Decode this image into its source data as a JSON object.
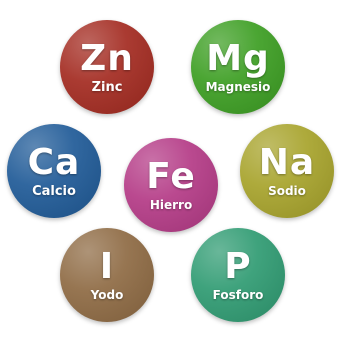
{
  "elements": [
    {
      "symbol": "Zn",
      "name": "Zinc",
      "color": "#a32a20"
    },
    {
      "symbol": "Mg",
      "name": "Magnesio",
      "color": "#3c9e22"
    },
    {
      "symbol": "Ca",
      "name": "Calcio",
      "color": "#1f5a97"
    },
    {
      "symbol": "Fe",
      "name": "Hierro",
      "color": "#b43a86"
    },
    {
      "symbol": "Na",
      "name": "Sodio",
      "color": "#a7a32b"
    },
    {
      "symbol": "I",
      "name": "Yodo",
      "color": "#8e6a43"
    },
    {
      "symbol": "P",
      "name": "Fosforo",
      "color": "#2f9b72"
    }
  ]
}
